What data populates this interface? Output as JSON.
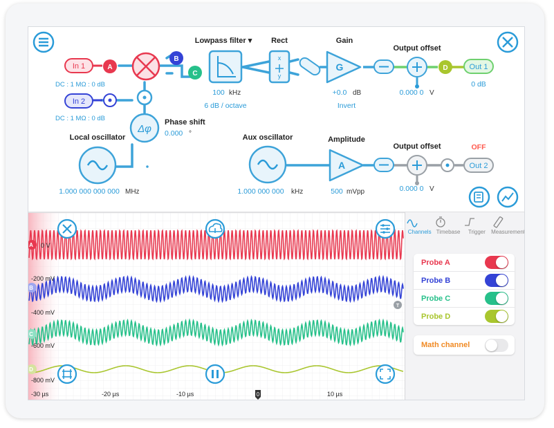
{
  "colors": {
    "accent": "#2a9bd8",
    "probe_a": "#e8384f",
    "probe_b": "#3443d6",
    "probe_c": "#27c08a",
    "probe_d": "#a9c62e",
    "math": "#f08a24",
    "off": "#ff5a4e"
  },
  "icons": {
    "menu": "hamburger-menu-icon",
    "tools": "wrench-screwdriver-icon",
    "report": "notepad-icon",
    "chart": "trend-chart-icon"
  },
  "inputs": {
    "in1_label": "In 1",
    "in1_setting": "DC : 1 MΩ : 0 dB",
    "in2_label": "In 2",
    "in2_setting": "DC : 1 MΩ : 0 dB"
  },
  "probes_letters": {
    "a": "A",
    "b": "B",
    "c": "C",
    "d": "D"
  },
  "local_osc": {
    "label": "Local oscillator",
    "value": "1.000 000 000 000",
    "unit": "MHz"
  },
  "phase": {
    "symbol": "Δφ",
    "label": "Phase shift",
    "value": "0.000",
    "unit": "°"
  },
  "lowpass": {
    "label": "Lowpass filter ▾",
    "value": "100",
    "unit": "kHz",
    "slope": "6 dB / octave"
  },
  "rect": {
    "label": "Rect",
    "x": "x",
    "y": "y"
  },
  "gain": {
    "label": "Gain",
    "symbol": "G",
    "value": "+0.0",
    "unit": "dB",
    "mode": "Invert"
  },
  "output1": {
    "offset_label": "Output offset",
    "offset_value": "0.000 0",
    "offset_unit": "V",
    "out_label": "Out 1",
    "level": "0 dB"
  },
  "aux_osc": {
    "label": "Aux oscillator",
    "value": "1.000 000 000",
    "unit": "kHz"
  },
  "amplitude": {
    "label": "Amplitude",
    "symbol": "A",
    "value": "500",
    "unit": "mVpp"
  },
  "output2": {
    "offset_label": "Output offset",
    "offset_value": "0.000 0",
    "offset_unit": "V",
    "state": "OFF",
    "out_label": "Out 2"
  },
  "scope": {
    "y_labels": [
      "0 V",
      "-200 mV",
      "-400 mV",
      "-600 mV",
      "-800 mV"
    ],
    "x_labels": [
      "-30 µs",
      "-20 µs",
      "-10 µs",
      "0",
      "10 µs"
    ],
    "trigger_marker": "T"
  },
  "panel": {
    "tabs": [
      "Channels",
      "Timebase",
      "Trigger",
      "Measurement"
    ],
    "active_tab": "Channels",
    "probes": [
      {
        "name": "Probe A",
        "on": true
      },
      {
        "name": "Probe B",
        "on": true
      },
      {
        "name": "Probe C",
        "on": true
      },
      {
        "name": "Probe D",
        "on": true
      }
    ],
    "math": {
      "name": "Math channel",
      "on": false
    }
  }
}
